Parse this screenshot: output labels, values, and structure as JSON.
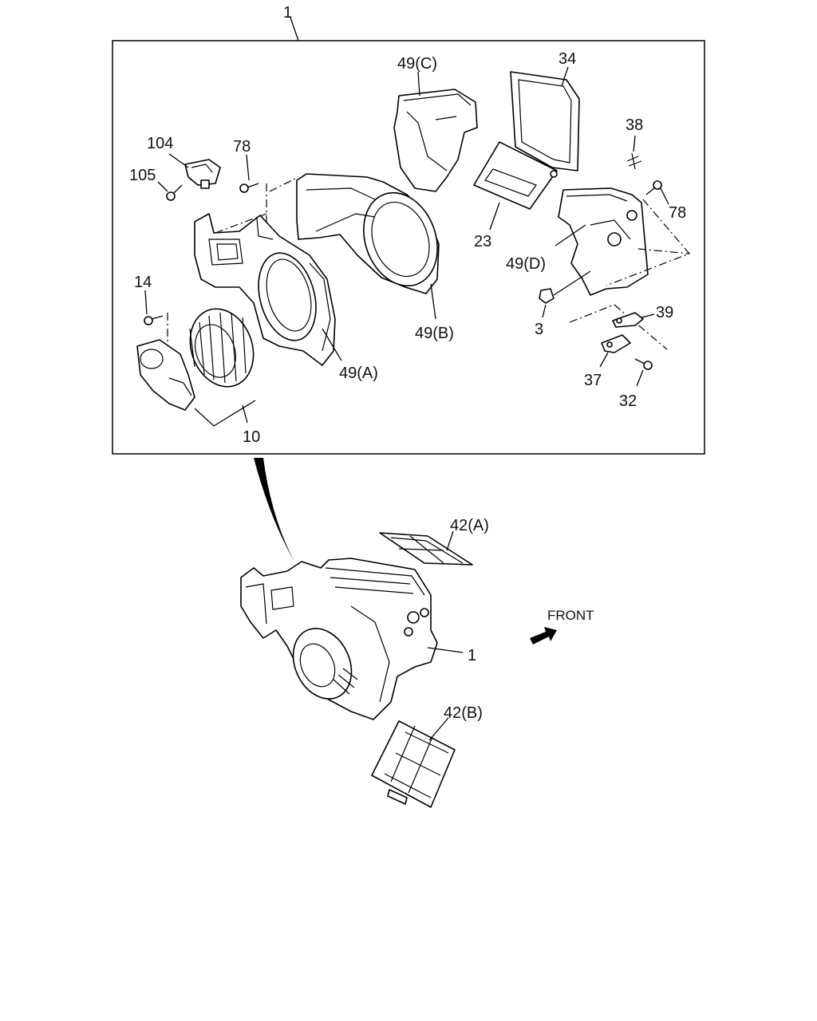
{
  "callouts": {
    "c1_top": "1",
    "c49c": "49(C)",
    "c34": "34",
    "c38": "38",
    "c104": "104",
    "c78_left": "78",
    "c105": "105",
    "c78_right": "78",
    "c23": "23",
    "c49d": "49(D)",
    "c14": "14",
    "c3": "3",
    "c39": "39",
    "c49b": "49(B)",
    "c49a": "49(A)",
    "c37": "37",
    "c32": "32",
    "c10": "10",
    "c42a": "42(A)",
    "c1_assembly": "1",
    "front": "FRONT",
    "c42b": "42(B)"
  }
}
